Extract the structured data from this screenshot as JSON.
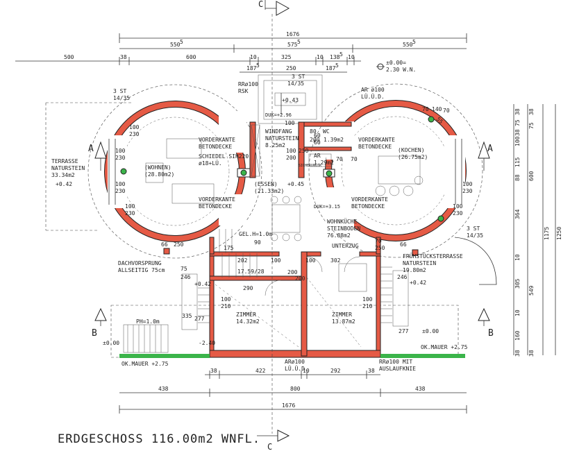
{
  "title": "ERDGESCHOSS 116.00m2 WNFL.",
  "section_marks": {
    "a": "A",
    "b": "B",
    "c": "C"
  },
  "colors": {
    "wall": "#e55a45",
    "ground": "#3bb44a",
    "ink": "#222222"
  },
  "dims_top": {
    "overall": "1676",
    "d1": "550",
    "d1s": "5",
    "d2": "575",
    "d2s": "5",
    "d3": "550",
    "d3s": "5",
    "d4": "500",
    "d5": "38",
    "d6": "600",
    "d7": "10",
    "d8": "325",
    "d9": "10",
    "d10": "138",
    "d10s": "5",
    "d11": "10",
    "d12": "187",
    "d12s": "5",
    "d13": "250",
    "d14": "187",
    "d14s": "5"
  },
  "level_top": {
    "l1": "±0.00=",
    "l2": "2.30 W.N."
  },
  "dims_right": {
    "r1": "38",
    "r2": "75",
    "r3": "38",
    "r4": "100",
    "r5": "115",
    "r6": "10",
    "r7": "88",
    "r8": "364",
    "r9": "10",
    "r10": "305",
    "r11": "10",
    "r12": "160",
    "r13": "38",
    "r14": "75",
    "r15": "600",
    "r16": "1175",
    "r17": "1250",
    "r18": "549",
    "r19": "38",
    "r20": "38"
  },
  "dims_bottom": {
    "b1": "38",
    "b2": "422",
    "b3": "10",
    "b4": "292",
    "b5": "38",
    "b6": "438",
    "b7": "800",
    "b8": "438",
    "overall": "1676"
  },
  "labels": {
    "rr1": "RRø100",
    "rr2": "RSK",
    "stair1a": "3 ST",
    "stair1b": "14/35",
    "stair2a": "3 ST",
    "stair2b": "14/35",
    "stair3a": "3 ST",
    "stair3b": "14/35",
    "lv043": "+0.43",
    "ar1": "AR ø100",
    "ar2": "LÜ.Ü.D.",
    "terrasse1": "TERRASSE",
    "terrasse2": "NATURSTEIN",
    "terrasse3": "33.34m2",
    "terrasse4": "+0.42",
    "wohnen1": "(WOHNEN)",
    "wohnen2": "(28.80m2)",
    "vk1a": "VORDERKANTE",
    "vk1b": "BETONDECKE",
    "vk2a": "VORDERKANTE",
    "vk2b": "BETONDECKE",
    "vk3a": "VORDERKANTE",
    "vk3b": "BETONDECKE",
    "vk4a": "VORDERKANTE",
    "vk4b": "BETONDECKE",
    "schiedel1": "SCHIEDEL SIH220",
    "schiedel2": "ø18+LÜ.",
    "windfang1": "WINDFANG",
    "windfang2": "NATURSTEIN",
    "windfang3": "8.25m2",
    "wc1": "WC",
    "wc2": "1.39m2",
    "ar_room1": "AR",
    "ar_room2": "1.29m2",
    "kochen1": "(KOCHEN)",
    "kochen2": "(26.75m2)",
    "essen1": "(ESSEN)",
    "essen2": "(21.33m2)",
    "essen3": "+0.45",
    "duk1": "DUK=+2.96",
    "duk2": "DUK=+3.15",
    "wohnkueche1": "WOHNKÜCHE",
    "wohnkueche2": "STEINBODEN",
    "wohnkueche3": "76.88m2",
    "unterzug": "UNTERZUG",
    "gel": "GEL.H=1.0m",
    "dach1": "DACHVORSPRUNG",
    "dach2": "ALLSEITIG 75cm",
    "lv042a": "+0.42",
    "fruehstueck1": "FRÜHSTÜCKSTERRASSE",
    "fruehstueck2": "NATURSTEIN",
    "fruehstueck3": "19.80m2",
    "fruehstueck4": "+0.42",
    "stairs_sub": "17.59/28",
    "zimmer1a": "ZIMMER",
    "zimmer1b": "14.32m2",
    "zimmer2a": "ZIMMER",
    "zimmer2b": "13.87m2",
    "ph": "PH=1.0m",
    "lv000a": "±0.00",
    "lv240": "-2.40",
    "lv000b": "±0.00",
    "okmauer1": "OK.MAUER +2.75",
    "okmauer2": "OK.MAUER +2.75",
    "ar_bot1": "ARø100",
    "ar_bot2": "LÜ.Ü.D.",
    "rr_bot1": "RRø100 MIT",
    "rr_bot2": "AUSLAUFKNIE",
    "sicherung": "SICHERUNGSK",
    "n55": "55",
    "n100a": "100",
    "n230a": "230",
    "n100b": "100",
    "n230b": "230",
    "n100c": "100",
    "n230c": "230",
    "n100d": "100",
    "n230d": "230",
    "n100e": "100",
    "n230e": "230",
    "n100f": "100",
    "n230f": "230",
    "n70a": "70",
    "n140a": "140",
    "n70b": "70",
    "n70c": "70",
    "n140b": "140",
    "n70d": "70",
    "n66": "66",
    "n250a": "250",
    "n70e": "70",
    "n250b": "250",
    "n66b": "66",
    "n75": "75",
    "n246a": "246",
    "n246b": "246",
    "n290": "290",
    "n100g": "100",
    "n210a": "210",
    "n100h": "100",
    "n210b": "210",
    "n80": "80",
    "n200a": "200",
    "n200b": "200",
    "n302": "302",
    "n100i": "100",
    "n100j": "100",
    "n202": "202",
    "n335": "335",
    "n277a": "277",
    "n277b": "277",
    "n200c": "200",
    "n90": "90",
    "n175": "175",
    "n60a": "60",
    "n60b": "60",
    "n70f": "70",
    "n200d": "200",
    "n100k": "100",
    "n250c": "250",
    "n100l": "100"
  }
}
